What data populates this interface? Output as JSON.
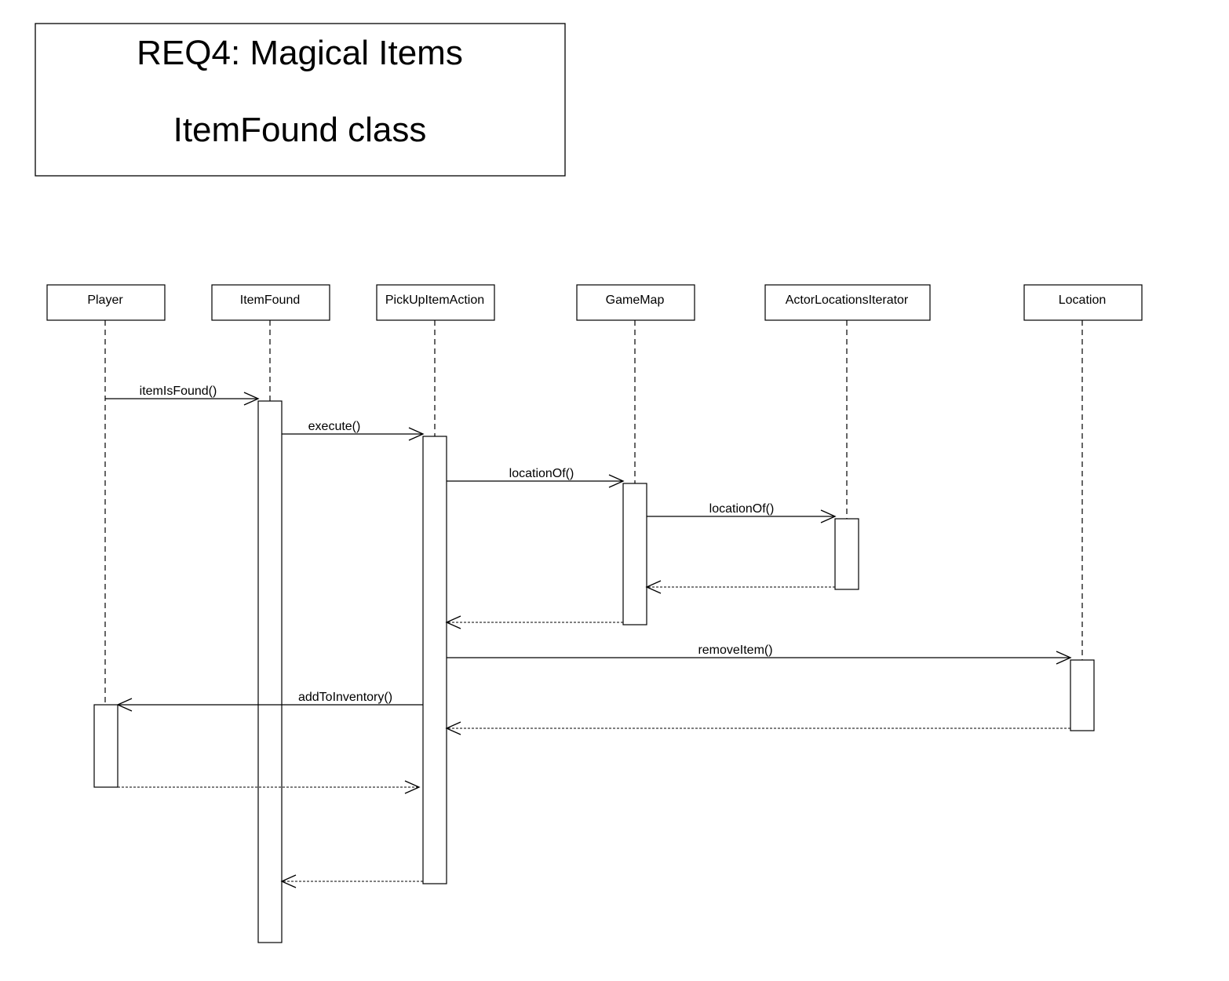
{
  "title": {
    "line1": "REQ4: Magical Items",
    "line2": "ItemFound class"
  },
  "participants": [
    {
      "id": "player",
      "label": "Player"
    },
    {
      "id": "itemfound",
      "label": "ItemFound"
    },
    {
      "id": "pickup",
      "label": "PickUpItemAction"
    },
    {
      "id": "gamemap",
      "label": "GameMap"
    },
    {
      "id": "iterator",
      "label": "ActorLocationsIterator"
    },
    {
      "id": "location",
      "label": "Location"
    }
  ],
  "messages": [
    {
      "from": "player",
      "to": "itemfound",
      "label": "itemIsFound()",
      "kind": "call"
    },
    {
      "from": "itemfound",
      "to": "pickup",
      "label": "execute()",
      "kind": "call"
    },
    {
      "from": "pickup",
      "to": "gamemap",
      "label": "locationOf()",
      "kind": "call"
    },
    {
      "from": "gamemap",
      "to": "iterator",
      "label": "locationOf()",
      "kind": "call"
    },
    {
      "from": "iterator",
      "to": "gamemap",
      "label": "",
      "kind": "return"
    },
    {
      "from": "gamemap",
      "to": "pickup",
      "label": "",
      "kind": "return"
    },
    {
      "from": "pickup",
      "to": "location",
      "label": "removeItem()",
      "kind": "call"
    },
    {
      "from": "pickup",
      "to": "player",
      "label": "addToInventory()",
      "kind": "call"
    },
    {
      "from": "location",
      "to": "pickup",
      "label": "",
      "kind": "return"
    },
    {
      "from": "player",
      "to": "pickup",
      "label": "",
      "kind": "return"
    },
    {
      "from": "pickup",
      "to": "itemfound",
      "label": "",
      "kind": "return"
    }
  ]
}
